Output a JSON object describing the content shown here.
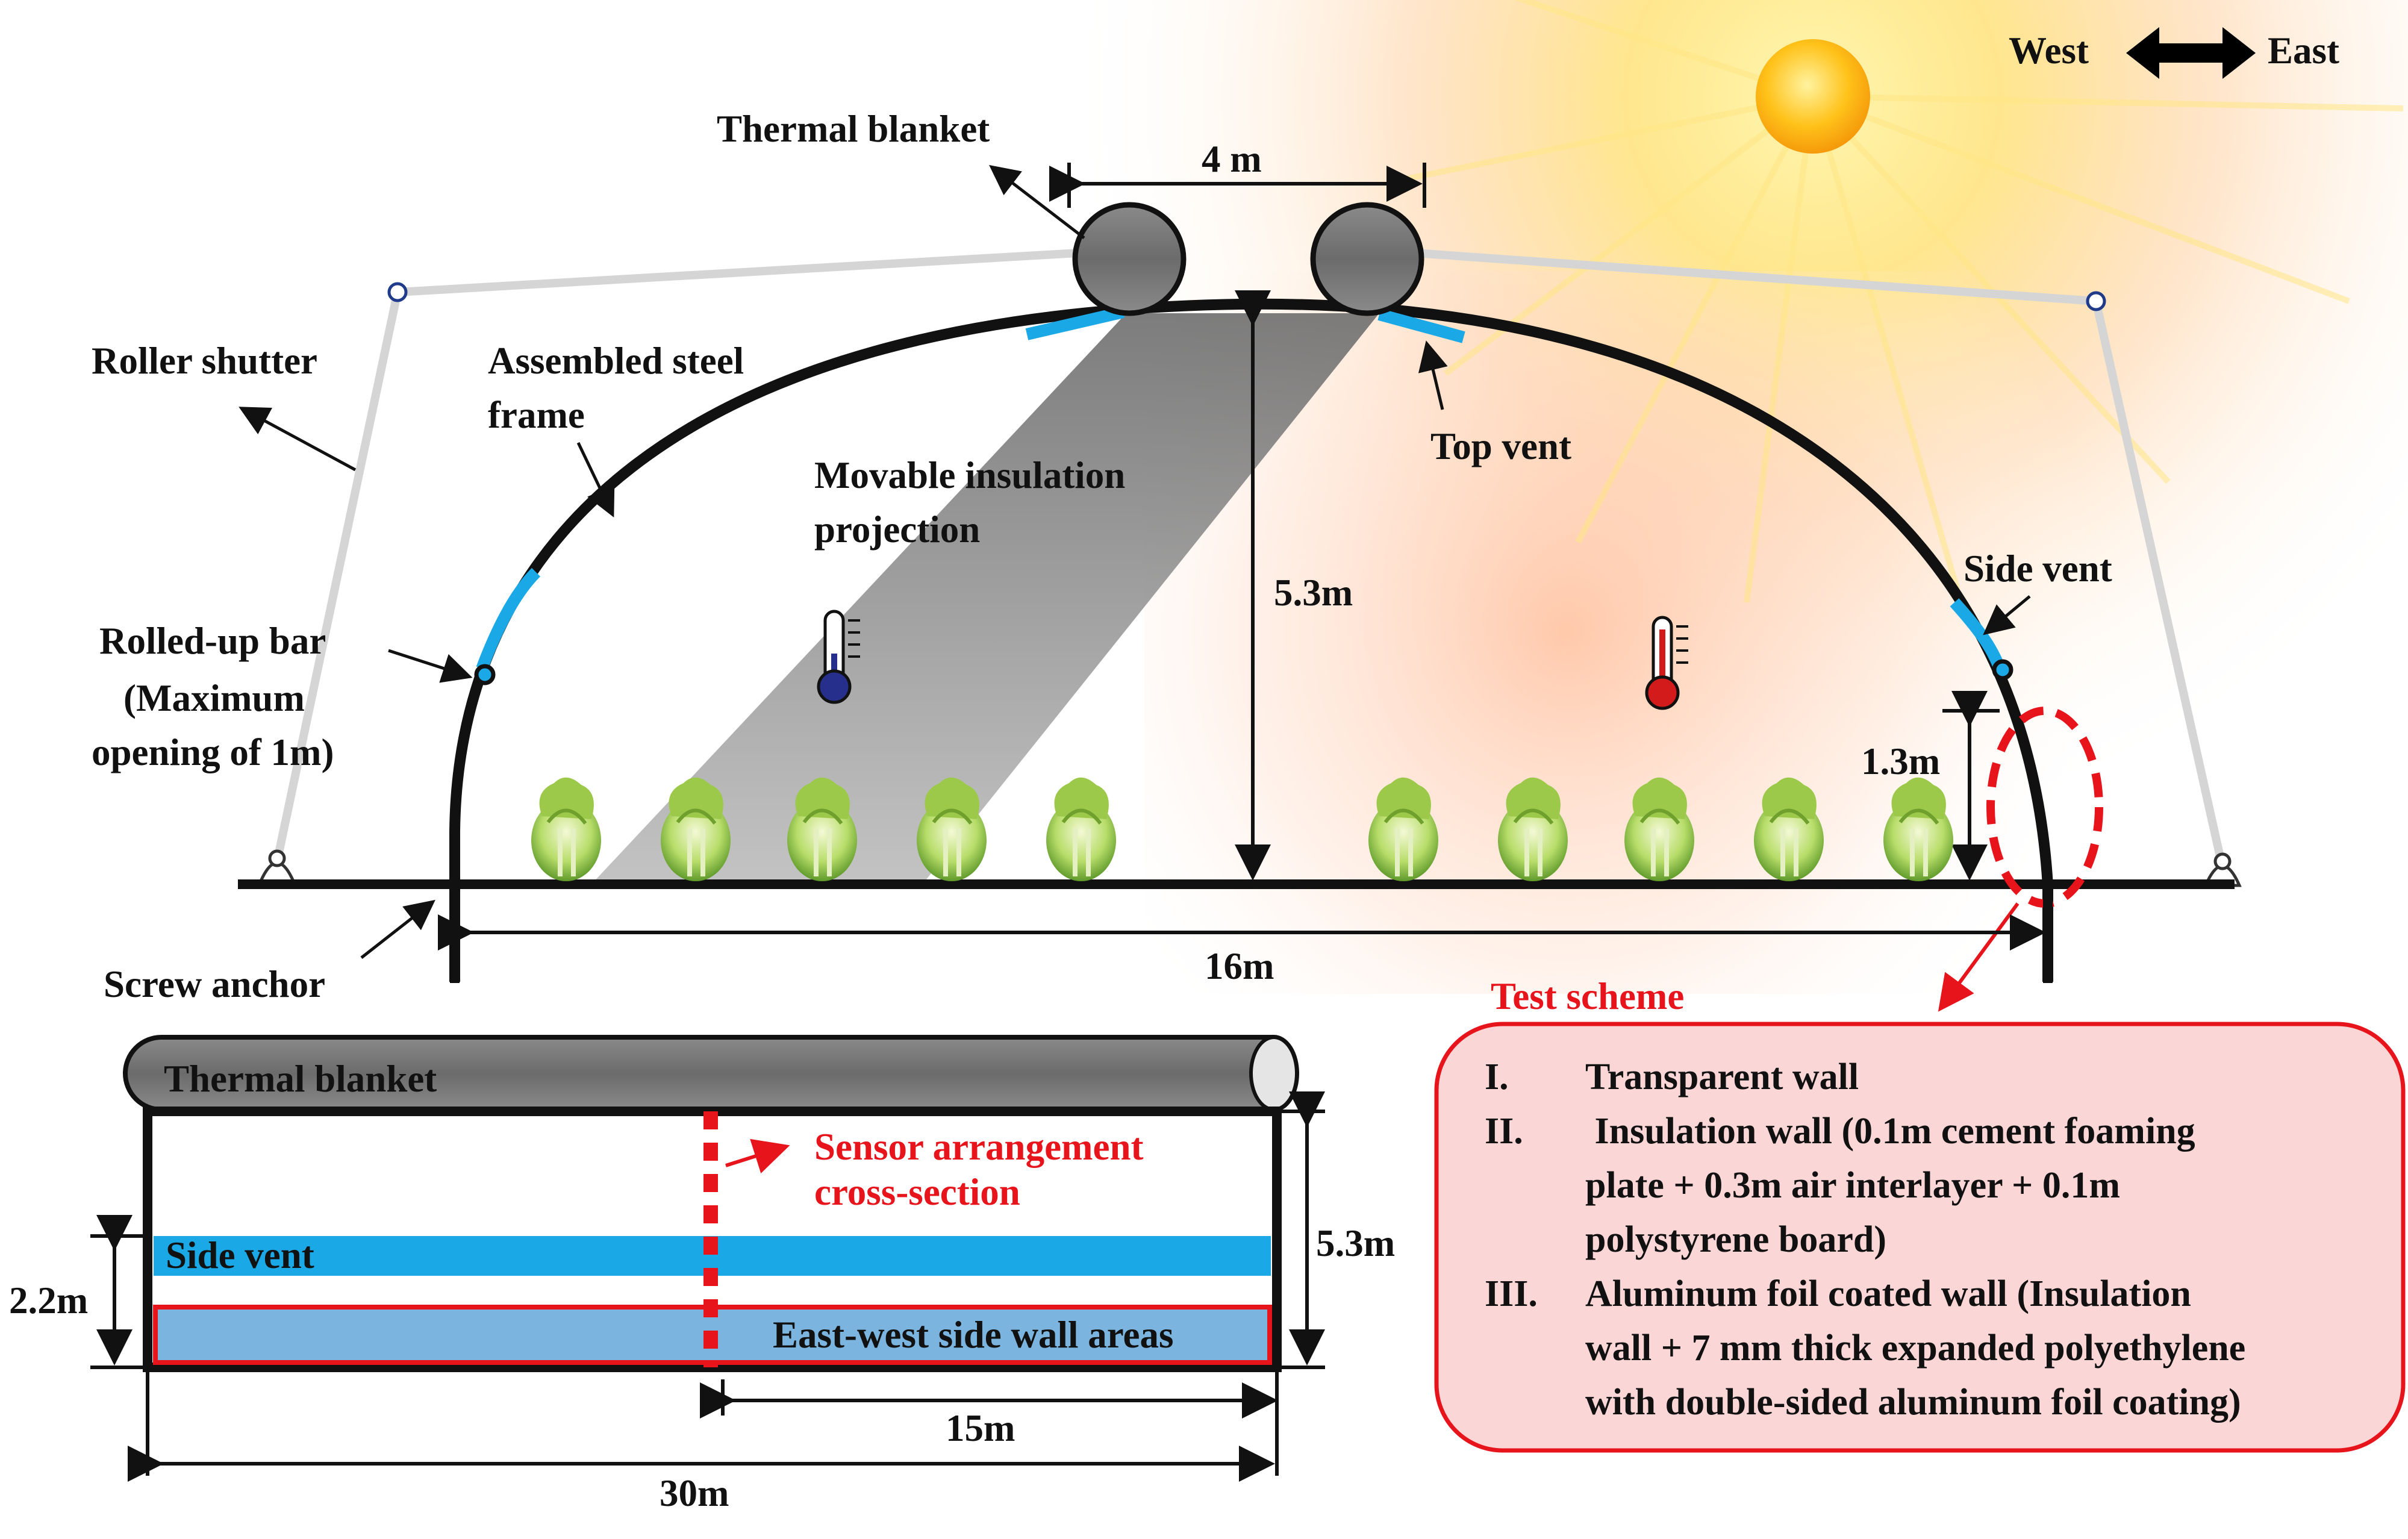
{
  "directions": {
    "west": "West",
    "east": "East"
  },
  "labels": {
    "thermal_blanket": "Thermal blanket",
    "roller_shutter": "Roller shutter",
    "steel_frame_1": "Assembled steel",
    "steel_frame_2": "frame",
    "insulation_1": "Movable insulation",
    "insulation_2": "projection",
    "top_vent": "Top vent",
    "side_vent": "Side vent",
    "rolled_bar_1": "Rolled-up bar",
    "rolled_bar_2": "(Maximum",
    "rolled_bar_3": "opening of 1m)",
    "screw_anchor": "Screw anchor",
    "test_scheme": "Test scheme"
  },
  "dimensions": {
    "top_width": "4 m",
    "height": "5.3m",
    "side_height": "1.3m",
    "span": "16m"
  },
  "plan_view": {
    "thermal_blanket": "Thermal blanket",
    "sensor_1": "Sensor arrangement",
    "sensor_2": "cross-section",
    "side_vent": "Side vent",
    "wall_areas": "East-west side wall areas",
    "height": "5.3m",
    "vent_height": "2.2m",
    "half_length": "15m",
    "length": "30m"
  },
  "test_scheme_items": [
    {
      "num": "I.",
      "lines": [
        "Transparent wall"
      ]
    },
    {
      "num": "II.",
      "lines": [
        " Insulation wall (0.1m cement foaming",
        "plate + 0.3m air interlayer + 0.1m",
        "polystyrene board)"
      ]
    },
    {
      "num": "III.",
      "lines": [
        "Aluminum foil coated wall (Insulation",
        "wall + 7 mm thick expanded polyethylene",
        "with double-sided aluminum foil coating)"
      ]
    }
  ],
  "colors": {
    "vent_blue": "#1aa8e6",
    "wall_area_blue": "#7ab4df",
    "highlight_red": "#e8141c",
    "panel_pink": "#fbd6d6",
    "shadow_gray": "#9a9a9a"
  },
  "icons": [
    "sun-icon",
    "thermometer-cold-icon",
    "thermometer-hot-icon",
    "cabbage-icon",
    "arrow-icon"
  ]
}
